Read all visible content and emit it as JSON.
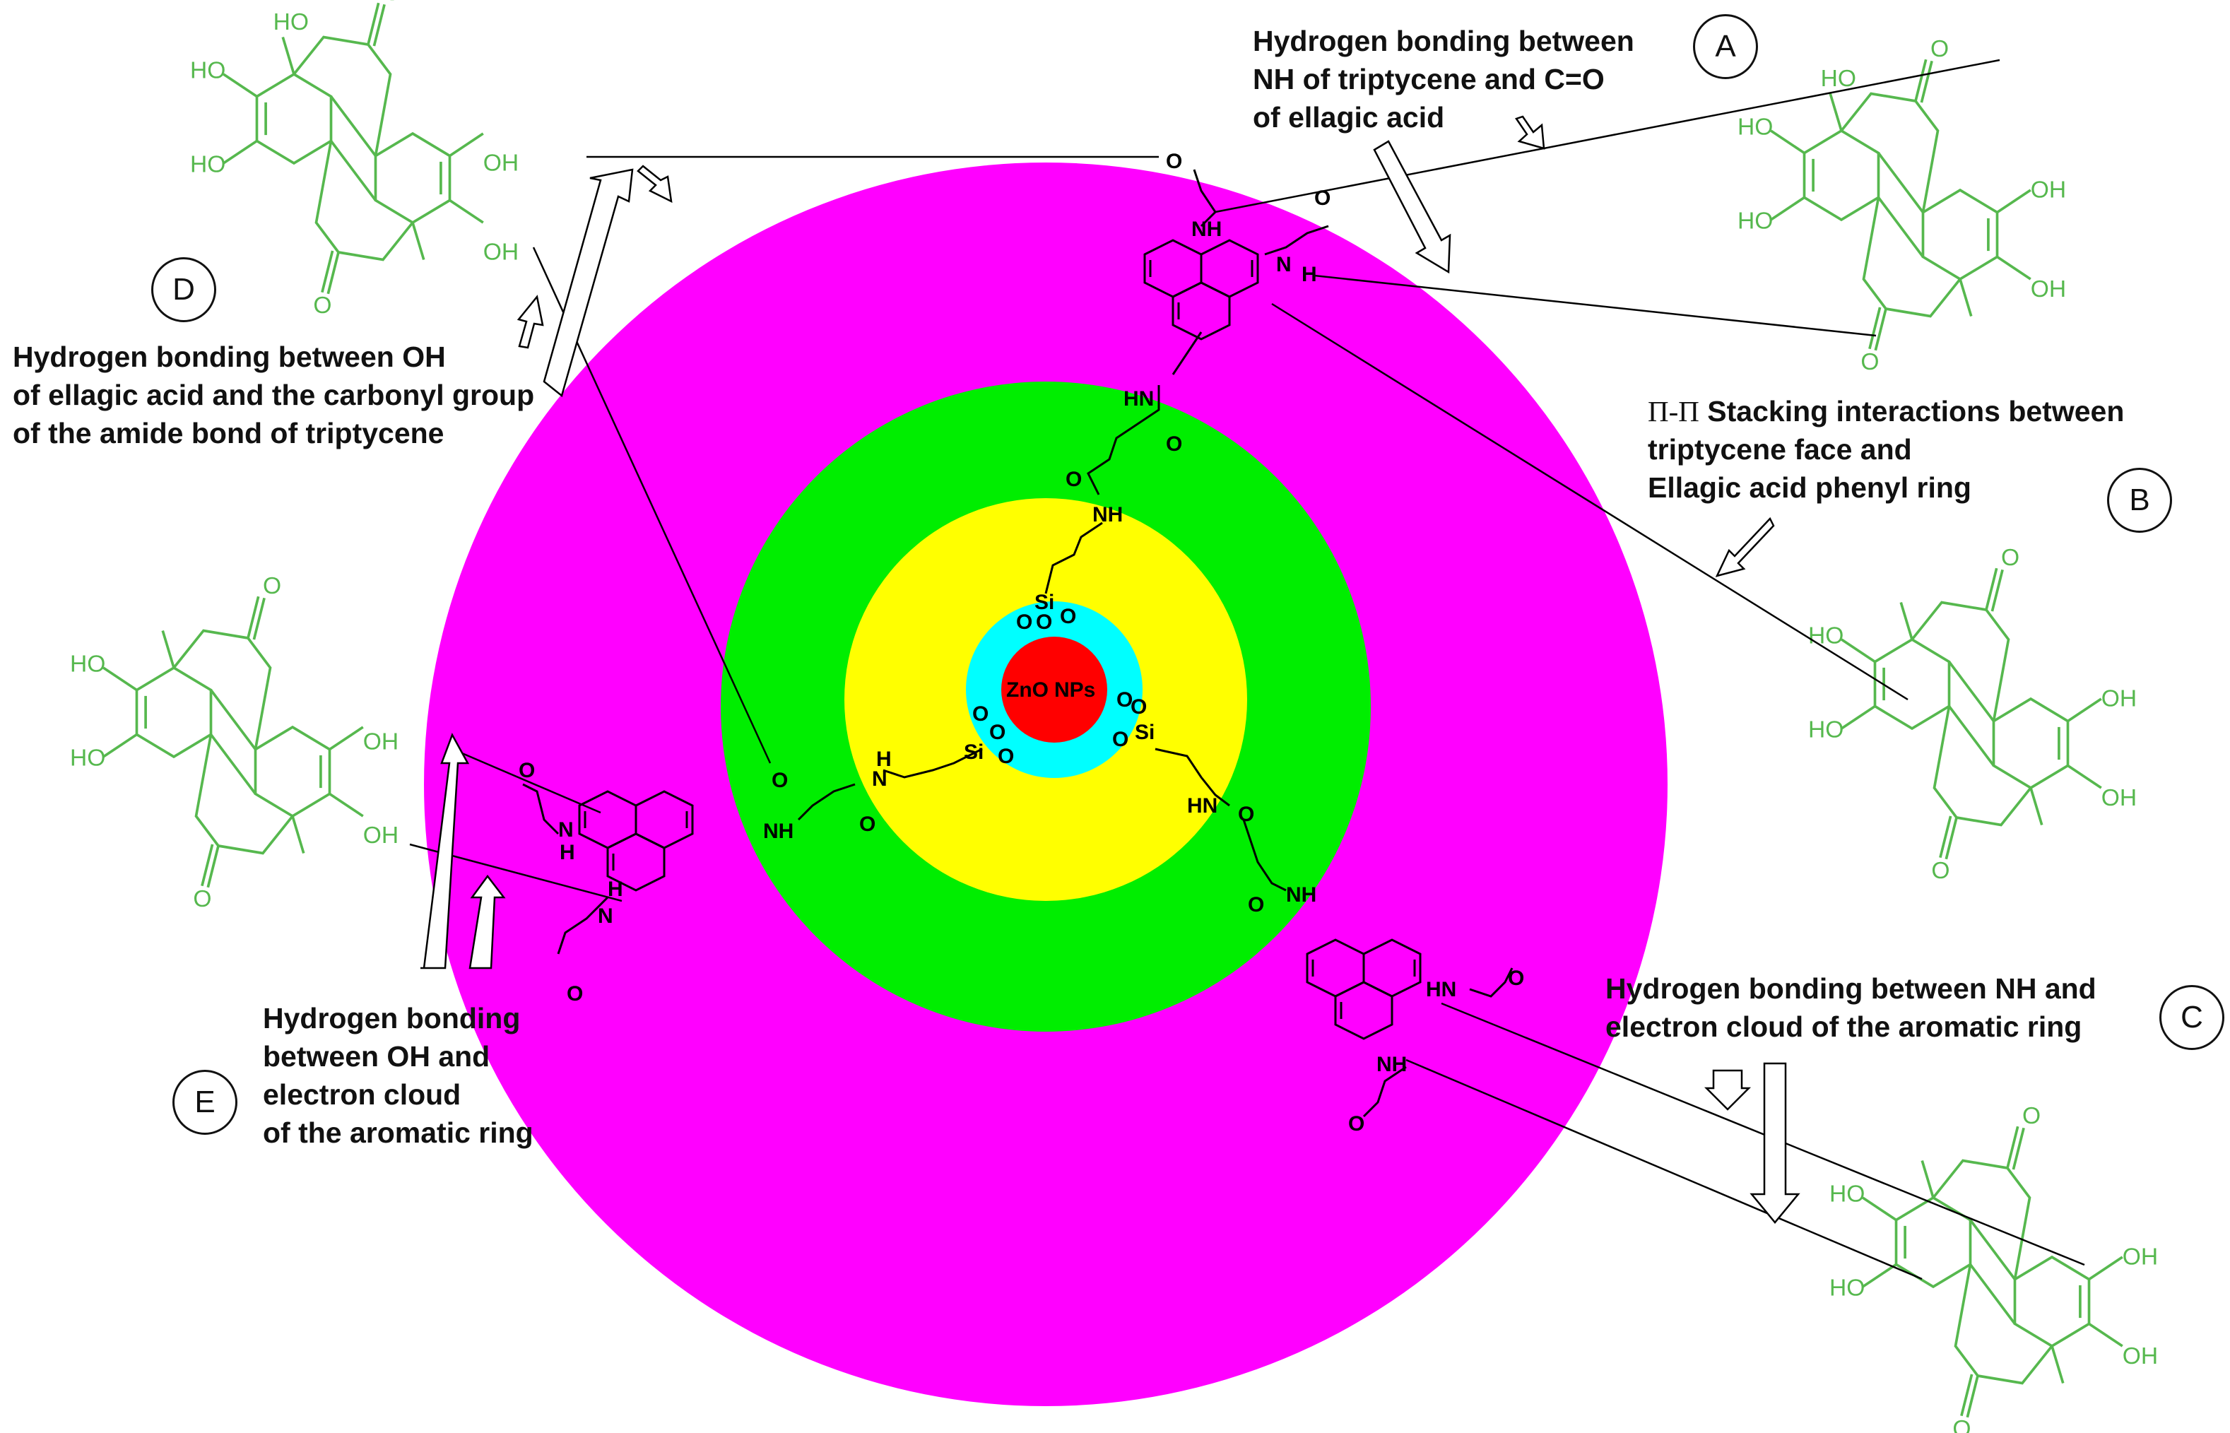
{
  "core": {
    "label_zno": "ZnO",
    "label_nps": "NPs"
  },
  "linker_atoms": {
    "si": "Si",
    "o": "O",
    "nh": "NH",
    "hn": "HN",
    "n": "N",
    "h": "H"
  },
  "ellagic_acid": {
    "oh": "OH",
    "ho": "HO",
    "o": "O"
  },
  "annotations": {
    "A": {
      "badge": "A",
      "lines": [
        "Hydrogen bonding between",
        "NH of triptycene and C=O",
        "of ellagic acid"
      ]
    },
    "B": {
      "badge": "B",
      "pi_symbol": "Π-Π",
      "lines": [
        "Stacking interactions between",
        "triptycene face and",
        "Ellagic acid phenyl ring"
      ]
    },
    "C": {
      "badge": "C",
      "lines": [
        "Hydrogen bonding between NH and",
        "electron cloud of the aromatic ring"
      ]
    },
    "D": {
      "badge": "D",
      "lines": [
        "Hydrogen bonding between OH",
        "of ellagic acid and the carbonyl group",
        " of the amide bond of triptycene"
      ]
    },
    "E": {
      "badge": "E",
      "lines": [
        "Hydrogen bonding",
        "between OH and",
        "electron cloud",
        "of the aromatic ring"
      ]
    }
  },
  "colors": {
    "outer_shell": "#ff00ff",
    "triptycene_shell": "#00ee00",
    "linker_shell": "#ffff00",
    "silica_shell": "#00ffff",
    "core": "#ff0000",
    "ellagic_acid": "#56b84e",
    "ink": "#000000"
  }
}
